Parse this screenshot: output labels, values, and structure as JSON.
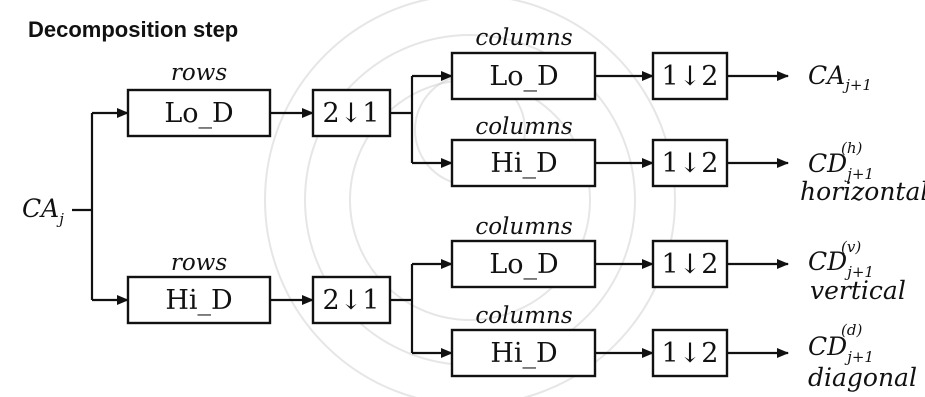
{
  "heading": "Decomposition step",
  "input": {
    "label": "CA",
    "sub": "j"
  },
  "row_stage": {
    "label_top": "rows",
    "label_bottom": "rows",
    "filter_low": "Lo_D",
    "filter_high": "Hi_D",
    "downsample": "2↓1"
  },
  "column_stage": {
    "label": "columns",
    "filter_low": "Lo_D",
    "filter_high": "Hi_D",
    "downsample": "1↓2"
  },
  "outputs": [
    {
      "main": "CA",
      "sub": "j+1",
      "sup": "",
      "caption": ""
    },
    {
      "main": "CD",
      "sub": "j+1",
      "sup": "(h)",
      "caption": "horizontal"
    },
    {
      "main": "CD",
      "sub": "j+1",
      "sup": "(v)",
      "caption": "vertical"
    },
    {
      "main": "CD",
      "sub": "j+1",
      "sup": "(d)",
      "caption": "diagonal"
    }
  ]
}
